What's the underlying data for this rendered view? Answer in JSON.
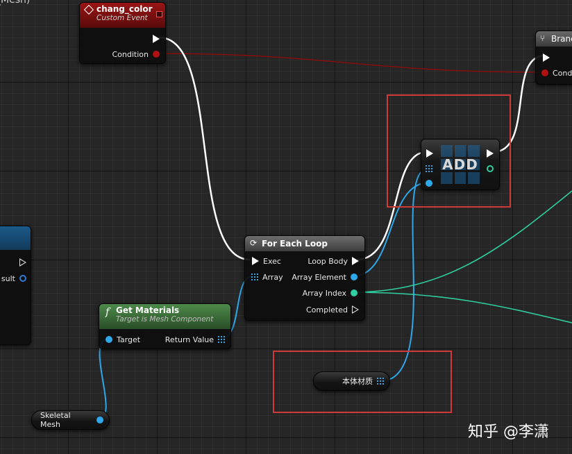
{
  "title_fragment": "_Mesh)",
  "custom_event": {
    "title": "chang_color",
    "subtitle": "Custom Event",
    "pins": {
      "condition": "Condition"
    }
  },
  "branch": {
    "title": "Branc",
    "pins": {
      "condition": "Cond"
    }
  },
  "for_each": {
    "title": "For Each Loop",
    "pins": {
      "exec": "Exec",
      "array": "Array",
      "loop_body": "Loop Body",
      "array_element": "Array Element",
      "array_index": "Array Index",
      "completed": "Completed"
    }
  },
  "get_materials": {
    "title": "Get Materials",
    "subtitle": "Target is Mesh Component",
    "icon": "f",
    "pins": {
      "target": "Target",
      "return_value": "Return Value"
    }
  },
  "add_node": {
    "label": "ADD"
  },
  "left_node": {
    "pin_result": "sult"
  },
  "skeletal_mesh": {
    "label": "Skeletal Mesh"
  },
  "body_material": {
    "label": "本体材质"
  },
  "watermark": "知乎 @李潇",
  "colors": {
    "exec_wire": "#ffffff",
    "bool_wire": "#8f0b0b",
    "object_wire": "#2ea8ea",
    "int_wire": "#2ecfa0",
    "event_header": "#8a0f0f",
    "function_header": "#3d6e3a",
    "highlight_box": "#d23a3a"
  }
}
